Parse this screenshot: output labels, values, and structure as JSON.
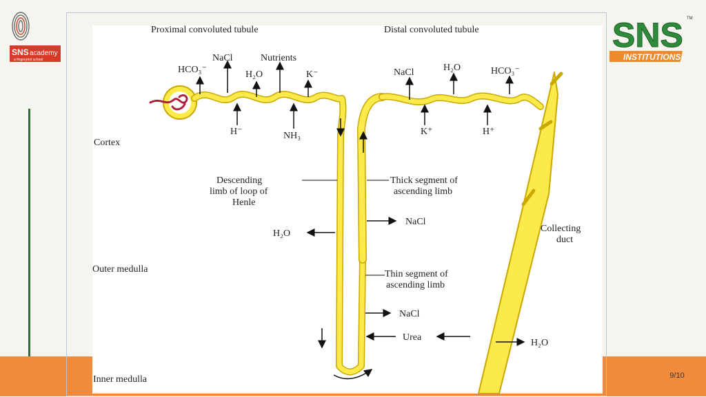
{
  "slide": {
    "page_number": "9/10"
  },
  "logos": {
    "left": {
      "brand": "SNS",
      "name": "academy",
      "tagline": "a fingerprint school"
    },
    "right": {
      "brand": "SNS",
      "subtitle": "INSTITUTIONS",
      "mark": "TM"
    }
  },
  "diagram": {
    "titles": {
      "proximal": "Proximal convoluted tubule",
      "distal": "Distal convoluted tubule"
    },
    "regions": {
      "cortex": "Cortex",
      "outer_medulla": "Outer medulla",
      "inner_medulla": "Inner medulla"
    },
    "structures": {
      "descending_1": "Descending",
      "descending_2": "limb of loop of",
      "descending_3": "Henle",
      "thick_1": "Thick segment of",
      "thick_2": "ascending limb",
      "thin_1": "Thin segment of",
      "thin_2": "ascending limb",
      "collecting_1": "Collecting",
      "collecting_2": "duct"
    },
    "substances": {
      "pct_hco3": "HCO₃⁻",
      "pct_nacl": "NaCl",
      "pct_h2o": "H₂O",
      "pct_nutrients": "Nutrients",
      "pct_k": "K⁻",
      "pct_h": "H⁻",
      "pct_nh3": "NH₃",
      "dct_nacl": "NaCl",
      "dct_h2o": "H₂O",
      "dct_hco3": "HCO₃⁻",
      "dct_k": "K⁺",
      "dct_h": "H⁺",
      "desc_h2o": "H₂O",
      "thick_nacl": "NaCl",
      "thin_nacl": "NaCl",
      "urea": "Urea",
      "cd_h2o": "H₂O"
    }
  }
}
